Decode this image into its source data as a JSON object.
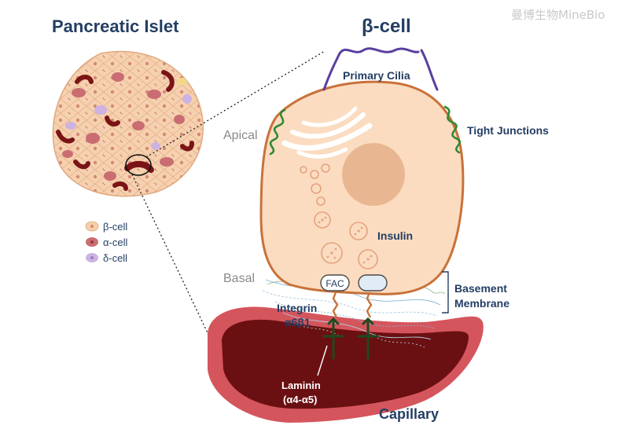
{
  "watermark": "曼博生物MineBio",
  "islet": {
    "title": "Pancreatic Islet",
    "legend": [
      {
        "label": "β-cell",
        "color": "#f5cfa9"
      },
      {
        "label": "α-cell",
        "color": "#c96d72"
      },
      {
        "label": "δ-cell",
        "color": "#cdb2e3"
      }
    ]
  },
  "beta_cell": {
    "title": "β-cell",
    "labels": {
      "primary_cilia": "Primary Cilia",
      "apical": "Apical",
      "tight_junctions": "Tight Junctions",
      "insulin": "Insulin",
      "basal": "Basal",
      "fac": "FAC",
      "basement_membrane_line1": "Basement",
      "basement_membrane_line2": "Membrane",
      "integrin_line1": "Integrin",
      "integrin_line2": "α6β1",
      "laminin_line1": "Laminin",
      "laminin_line2": "(α4-α5)",
      "capillary": "Capillary"
    }
  },
  "colors": {
    "title": "#243e63",
    "cell_fill": "#fbdcc0",
    "cell_stroke": "#c8723a",
    "nucleus": "#e8b791",
    "capillary_outer": "#d5555d",
    "capillary_inner": "#6b1012",
    "cilia": "#5a3f9e",
    "tight_junction": "#2f8a32",
    "laminin": "#1e4a1e"
  }
}
